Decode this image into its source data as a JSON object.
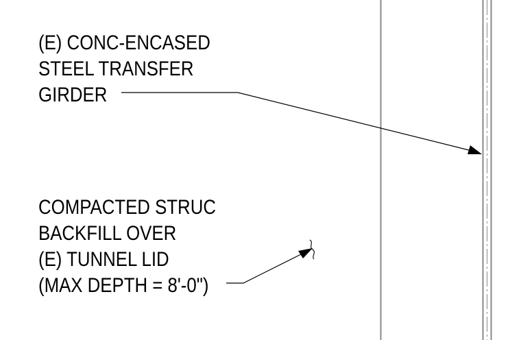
{
  "notes": [
    {
      "id": "girder",
      "lines": [
        "(E) CONC-ENCASED",
        "STEEL TRANSFER",
        "GIRDER"
      ]
    },
    {
      "id": "backfill",
      "lines": [
        "COMPACTED STRUC",
        "BACKFILL OVER",
        "(E) TUNNEL LID",
        "(MAX DEPTH = 8'-0\")"
      ]
    }
  ],
  "colors": {
    "ink": "#000000",
    "line_gray": "#8a8a8a",
    "background": "#ffffff"
  }
}
